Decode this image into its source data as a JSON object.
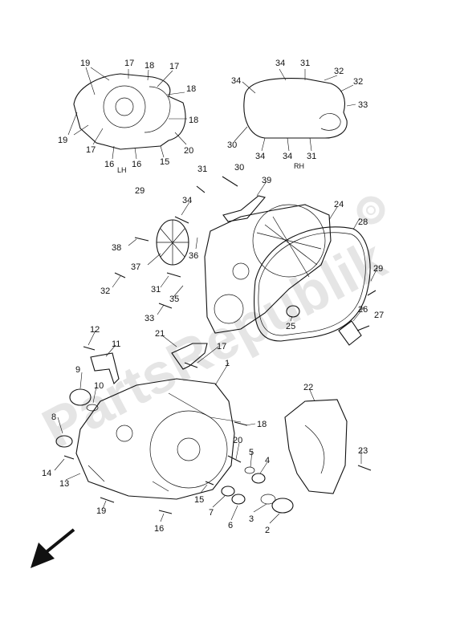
{
  "watermark": "PartsRepublik",
  "side_labels": {
    "lh": "LH",
    "rh": "RH"
  },
  "callouts": [
    "19",
    "17",
    "18",
    "17",
    "18",
    "18",
    "19",
    "17",
    "16",
    "16",
    "15",
    "20",
    "34",
    "31",
    "32",
    "32",
    "34",
    "33",
    "30",
    "34",
    "34",
    "31",
    "31",
    "30",
    "39",
    "29",
    "24",
    "28",
    "34",
    "38",
    "36",
    "37",
    "32",
    "31",
    "35",
    "33",
    "29",
    "26",
    "27",
    "25",
    "12",
    "11",
    "21",
    "17",
    "1",
    "9",
    "10",
    "8",
    "14",
    "13",
    "19",
    "16",
    "18",
    "22",
    "20",
    "5",
    "4",
    "23",
    "15",
    "7",
    "6",
    "3",
    "2"
  ]
}
